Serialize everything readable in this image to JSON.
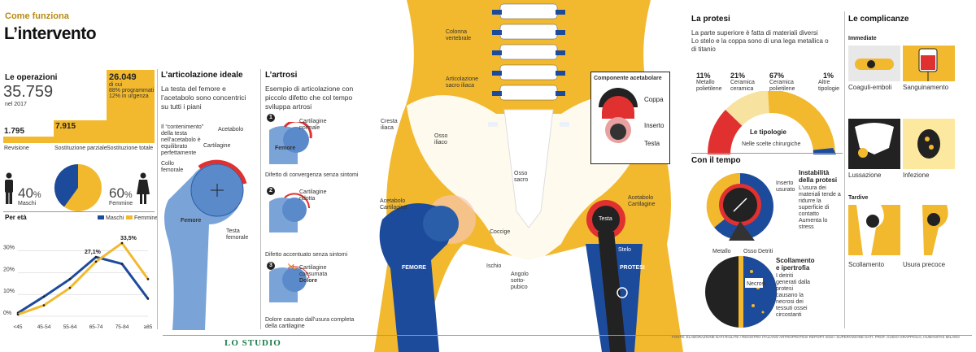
{
  "header": {
    "kicker": "Come funziona",
    "title": "L’intervento"
  },
  "operations": {
    "heading": "Le operazioni",
    "total": "35.759",
    "total_note": "nel 2017",
    "big_number": "26.049",
    "big_note_1": "di cui",
    "big_note_2": "88% programmati",
    "big_note_3": "12% in urgenza",
    "bars": [
      {
        "label": "Revisione",
        "value": "1.795"
      },
      {
        "label": "Sostituzione parziale",
        "value": "7.915"
      },
      {
        "label": "Sostituzione totale",
        "value": "26.049"
      }
    ]
  },
  "gender": {
    "male_pct": "40",
    "male_label": "Maschi",
    "female_pct": "60",
    "female_label": "Femmine",
    "pct_sign": "%"
  },
  "age_chart": {
    "heading": "Per età",
    "legend": [
      "Maschi",
      "Femmine"
    ],
    "callout_1": "27,1%",
    "callout_2": "33,5%"
  },
  "chart_data": {
    "type": "line",
    "categories": [
      "<45",
      "45-54",
      "55-64",
      "65-74",
      "75-84",
      "≥85"
    ],
    "series": [
      {
        "name": "Maschi",
        "values": [
          1.5,
          9,
          17,
          27.1,
          24,
          8
        ]
      },
      {
        "name": "Femmine",
        "values": [
          0.8,
          5,
          13,
          25,
          33.5,
          17
        ]
      }
    ],
    "yticks": [
      "0%",
      "10%",
      "20%",
      "30%"
    ],
    "ylim": [
      0,
      35
    ],
    "colors": {
      "Maschi": "#1d4b9c",
      "Femmine": "#f2b92f"
    },
    "legend_position": "top-right"
  },
  "ideal": {
    "heading": "L’articolazione ideale",
    "desc": "La testa del femore e l’acetabolo sono concentrici su tutti i piani",
    "note": "Il “contenimento” della testa nell’acetabolo è equilibrato perfettamente",
    "labels": {
      "acetabolo": "Acetabolo",
      "cartilagine": "Cartilagine",
      "collo": "Collo femorale",
      "femore": "Femore",
      "testa": "Testa femorale"
    }
  },
  "arthrosis": {
    "heading": "L’artrosi",
    "desc": "Esempio di articolazione con piccolo difetto che col tempo sviluppa artrosi",
    "steps": [
      {
        "num": "1",
        "label": "Cartilagine normale",
        "caption": "Difetto di convergenza senza sintomi",
        "extra": ""
      },
      {
        "num": "2",
        "label": "Cartilagine ridotta",
        "caption": "Difetto accentuato senza sintomi",
        "extra": ""
      },
      {
        "num": "3",
        "label": "Cartilagine consumata",
        "caption": "Dolore causato dall’usura completa della cartilagine",
        "extra": "Dolore"
      }
    ],
    "femore": "Femore"
  },
  "anatomy": {
    "colonna": "Colonna vertebrale",
    "art_sacro": "Articolazione sacro iliaca",
    "cresta": "Cresta iliaca",
    "osso_iliaco": "Osso iliaco",
    "osso_sacro": "Osso sacro",
    "acetabolo_l": "Acetabolo",
    "cartilagine_l": "Cartilagine",
    "coccige": "Coccige",
    "ischio": "Ischio",
    "angolo": "Angolo sotto-pubico",
    "femore": "FEMORE",
    "acetabolo_r": "Acetabolo",
    "cartilagine_r": "Cartilagine",
    "testa": "Testa",
    "stelo": "Stelo",
    "protesi": "PROTESI",
    "componente": "Componente acetabolare",
    "coppa": "Coppa",
    "inserto": "Inserto",
    "testa_c": "Testa"
  },
  "prosthesis": {
    "heading": "La protesi",
    "desc_1": "La parte superiore è fatta di materiali diversi",
    "desc_2": "Lo stelo e la coppa sono di una lega metallica o di titanio",
    "types": [
      {
        "pct": "11%",
        "label": "Metallo polietilene"
      },
      {
        "pct": "21%",
        "label": "Ceramica ceramica"
      },
      {
        "pct": "67%",
        "label": "Ceramica polietilene"
      },
      {
        "pct": "1%",
        "label": "Altre tipologie"
      }
    ],
    "gauge_title": "Le tipologie",
    "gauge_sub": "Nelle scelte chirurgiche"
  },
  "time": {
    "heading": "Con il tempo",
    "inserto": "Inserto usurato",
    "instab_title": "Instabilità della protesi",
    "instab_desc": "L’usura dei materiali tende a ridurre la superficie di contatto Aumenta lo stress",
    "metallo": "Metallo",
    "osso": "Osso",
    "detriti": "Detriti",
    "necrosi": "Necrosi",
    "scoll_title": "Scollamento e ipertrofia",
    "scoll_desc": "I detriti generati dalla protesi causano la necrosi dei tessuti ossei circostanti"
  },
  "complications": {
    "heading": "Le complicanze",
    "immediate": "Immediate",
    "late": "Tardive",
    "items": [
      "Coaguli-emboli",
      "Sanguinamento",
      "Lussazione",
      "Infezione",
      "Scollamento",
      "Usura precoce"
    ]
  },
  "footer": {
    "brand": "LO STUDIO",
    "source": "FONTE: ELABORAZIONE DATI RIULITE / REGISTRO ITALIANO ARTROPROTESI REPORT 2018 / SUPERVISIONE DATI: PROF. GUIDO GRAPPIOLO, HUMANITAS MILANO"
  }
}
